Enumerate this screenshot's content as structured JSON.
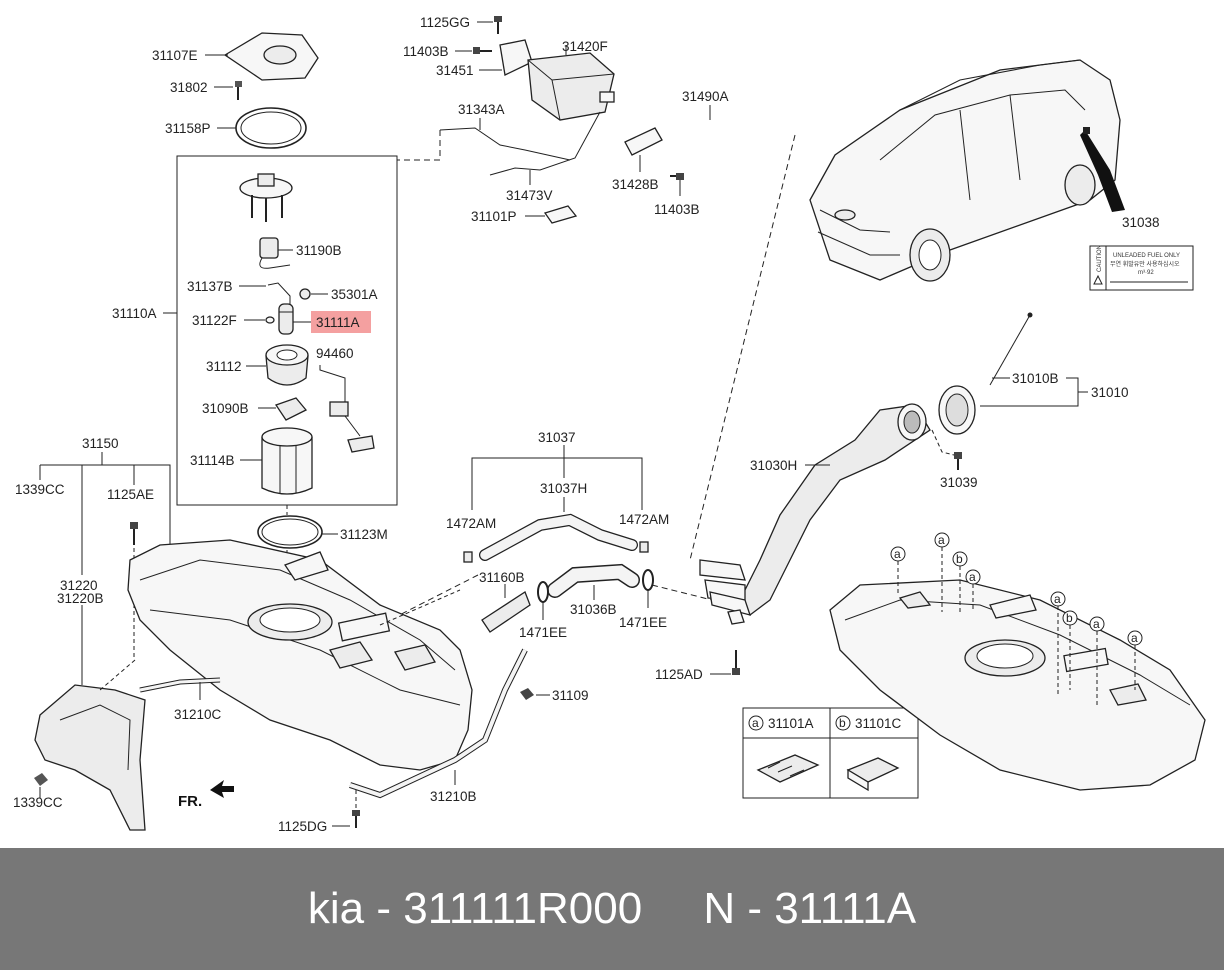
{
  "labels": {
    "p1125GG": "1125GG",
    "p11403B_top": "11403B",
    "p31451": "31451",
    "p31420F": "31420F",
    "p31107E": "31107E",
    "p31802": "31802",
    "p31158P": "31158P",
    "p31343A": "31343A",
    "p31490A": "31490A",
    "p31473V": "31473V",
    "p31428B": "31428B",
    "p11403B_bot": "11403B",
    "p31101P": "31101P",
    "p31038": "31038",
    "p31190B": "31190B",
    "p31137B": "31137B",
    "p35301A": "35301A",
    "p31110A": "31110A",
    "p31122F": "31122F",
    "p31111A": "31111A",
    "p94460": "94460",
    "p31112": "31112",
    "p31090B": "31090B",
    "p31114B": "31114B",
    "p31010B": "31010B",
    "p31010": "31010",
    "p31030H": "31030H",
    "p31039": "31039",
    "p31150": "31150",
    "p1339CC_top": "1339CC",
    "p1125AE": "1125AE",
    "p31123M": "31123M",
    "p31037": "31037",
    "p31037H": "31037H",
    "p1472AM_left": "1472AM",
    "p1472AM_right": "1472AM",
    "p31220": "31220",
    "p31220B": "31220B",
    "p31160B": "31160B",
    "p31036B": "31036B",
    "p1471EE_left": "1471EE",
    "p1471EE_right": "1471EE",
    "p1125AD": "1125AD",
    "p31109": "31109",
    "p31210C": "31210C",
    "p31210B": "31210B",
    "p1339CC_bot": "1339CC",
    "p1125DG": "1125DG",
    "fr": "FR."
  },
  "markers": {
    "a": "a",
    "b": "b"
  },
  "legend": {
    "a_marker": "a",
    "a_part": "31101A",
    "b_marker": "b",
    "b_part": "31101C"
  },
  "label_sticker": {
    "title": "UNLEADED FUEL ONLY",
    "line2": "무연 휘발유만 사용하십시오",
    "line3": "m³·92",
    "caution": "CAUTION"
  },
  "highlighted_part": "31111A",
  "colors": {
    "highlight": "#f4a0a0",
    "footer_bg": "#777777",
    "footer_text": "#ffffff"
  },
  "footer": {
    "brand": "kia",
    "sep1": " - ",
    "part_number": "311111R000",
    "gap": "     ",
    "n_label": "N",
    "sep2": " - ",
    "ref_number": "31111A"
  }
}
